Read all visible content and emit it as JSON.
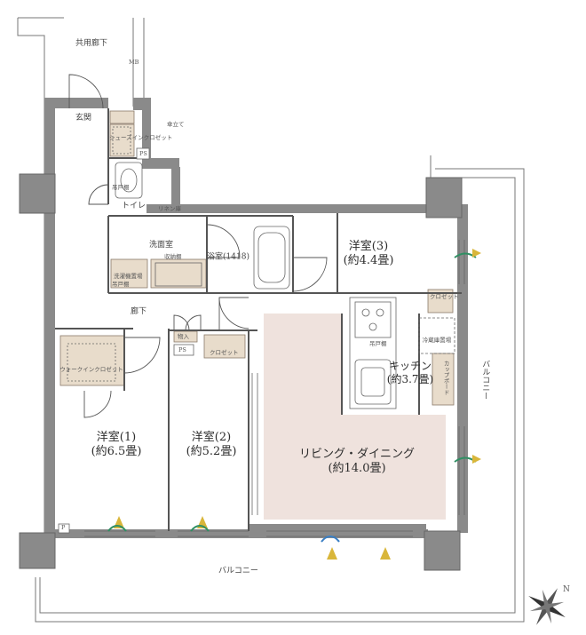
{
  "rooms": {
    "corridor_common": "共用廊下",
    "mb": "MB",
    "entrance": "玄関",
    "shoe_closet": [
      "シューズイン",
      "クロゼット"
    ],
    "fold_stand": "傘立て",
    "ps1": "PS",
    "ps2": "PS",
    "toilet_shelf": "吊戸棚",
    "toilet": "トイレ",
    "linen": "リネン庫",
    "washroom": "洗面室",
    "washroom_storage": "収納棚",
    "washer": "洗濯機置場",
    "mirror_cab": "吊戸棚",
    "bath": [
      "浴室",
      "(1418)"
    ],
    "western3": [
      "洋室(3)",
      "(約4.4畳)"
    ],
    "hall": "廊下",
    "storage": "物入",
    "closet_mid": "クロゼット",
    "closet_kitchen": "クロゼット",
    "walkin": [
      "ウォークイン",
      "クロゼット"
    ],
    "fridge": [
      "冷蔵庫",
      "置場"
    ],
    "kitchen_shelf": "吊戸棚",
    "kitchen": [
      "キッチン",
      "(約3.7畳)"
    ],
    "cupboard": "カップボード",
    "balcony_right": "バルコニー",
    "western1": [
      "洋室(1)",
      "(約6.5畳)"
    ],
    "western2": [
      "洋室(2)",
      "(約5.2畳)"
    ],
    "living": [
      "リビング・ダイニング",
      "(約14.0畳)"
    ],
    "p_mark": "P",
    "balcony_bottom": "バルコニー"
  },
  "compass": {
    "label": "N"
  },
  "colors": {
    "wall": "#8a8a8a",
    "wall_dark": "#6f6f6f",
    "living_floor": "#efe2dd",
    "storage_tint": "#e8dccb",
    "line": "#555555",
    "vent_green": "#2f8f63",
    "vent_yellow": "#d9b63a",
    "vent_blue": "#3a7fc4"
  }
}
